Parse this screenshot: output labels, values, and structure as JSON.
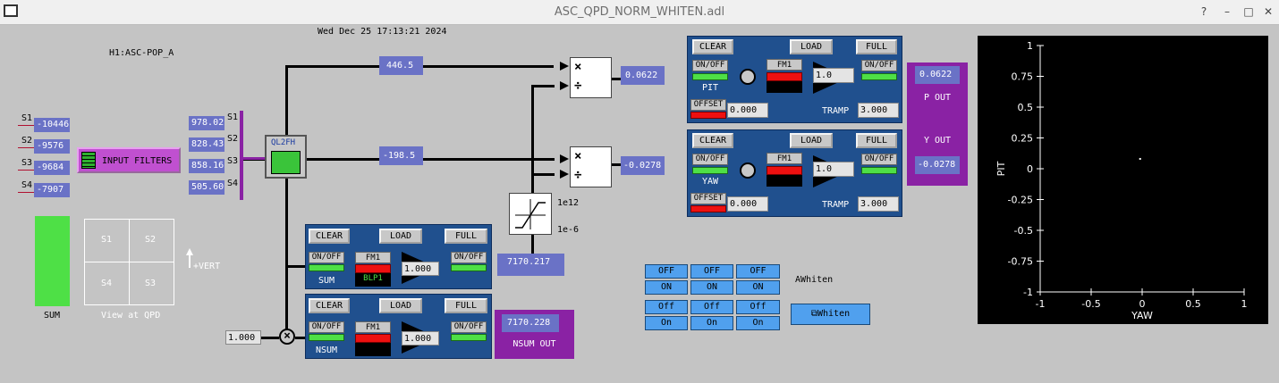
{
  "window": {
    "title": "ASC_QPD_NORM_WHITEN.adl"
  },
  "header": {
    "timestamp": "Wed Dec 25 17:13:21 2024",
    "channel": "H1:ASC-POP_A"
  },
  "inputs": {
    "labels": [
      "S1",
      "S2",
      "S3",
      "S4"
    ],
    "values": [
      "-10446",
      "-9576",
      "-9684",
      "-7907"
    ]
  },
  "input_filters": {
    "label": "INPUT FILTERS"
  },
  "segments": {
    "values": [
      "978.02",
      "828.43",
      "858.16",
      "505.60"
    ],
    "labels": [
      "S1",
      "S2",
      "S3",
      "S4"
    ]
  },
  "ql2fh": {
    "label": "QL2FH"
  },
  "pit_signal": "446.5",
  "yaw_signal": "-198.5",
  "pit_norm": "0.0622",
  "yaw_norm": "-0.0278",
  "divider": {
    "times": "×",
    "div": "÷"
  },
  "limiter": {
    "high": "1e12",
    "low": "1e-6"
  },
  "sum_display": {
    "label": "SUM"
  },
  "qpd_view": {
    "cells": [
      "S1",
      "S2",
      "S4",
      "S3"
    ],
    "caption": "View at QPD",
    "vert": "+VERT"
  },
  "filter_bank": {
    "clear": "CLEAR",
    "load": "LOAD",
    "full": "FULL",
    "onoff": "ON/OFF",
    "fm1": "FM1",
    "offset": "OFFSET",
    "tramp": "TRAMP"
  },
  "pit_bank": {
    "name": "PIT",
    "gain": "1.0",
    "offset": "0.000",
    "tramp": "3.000"
  },
  "yaw_bank": {
    "name": "YAW",
    "gain": "1.0",
    "offset": "0.000",
    "tramp": "3.000"
  },
  "sum_bank": {
    "name": "SUM",
    "gain": "1.000",
    "fm1_name": "BLP1",
    "output": "7170.217"
  },
  "nsum_bank": {
    "name": "NSUM",
    "gain": "1.000",
    "input_gain": "1.000"
  },
  "outputs": {
    "p_label": "P OUT",
    "p_value": "0.0622",
    "y_label": "Y OUT",
    "y_value": "-0.0278",
    "nsum_value": "7170.228",
    "nsum_label": "NSUM OUT"
  },
  "whiten": {
    "row1_off": [
      "OFF",
      "OFF",
      "OFF"
    ],
    "row1_on": [
      "ON",
      "ON",
      "ON"
    ],
    "row2_off": [
      "Off",
      "Off",
      "Off"
    ],
    "row2_on": [
      "On",
      "On",
      "On"
    ],
    "awhiten": "AWhiten",
    "button": "Whiten"
  },
  "plot": {
    "xlabel": "YAW",
    "ylabel": "PIT",
    "xticks": [
      "-1",
      "-0.5",
      "0",
      "0.5",
      "1"
    ],
    "yticks": [
      "1",
      "0.75",
      "0.5",
      "0.25",
      "0",
      "-0.25",
      "-0.5",
      "-0.75",
      "-1"
    ],
    "point": {
      "x": -0.02,
      "y": 0.08
    }
  }
}
